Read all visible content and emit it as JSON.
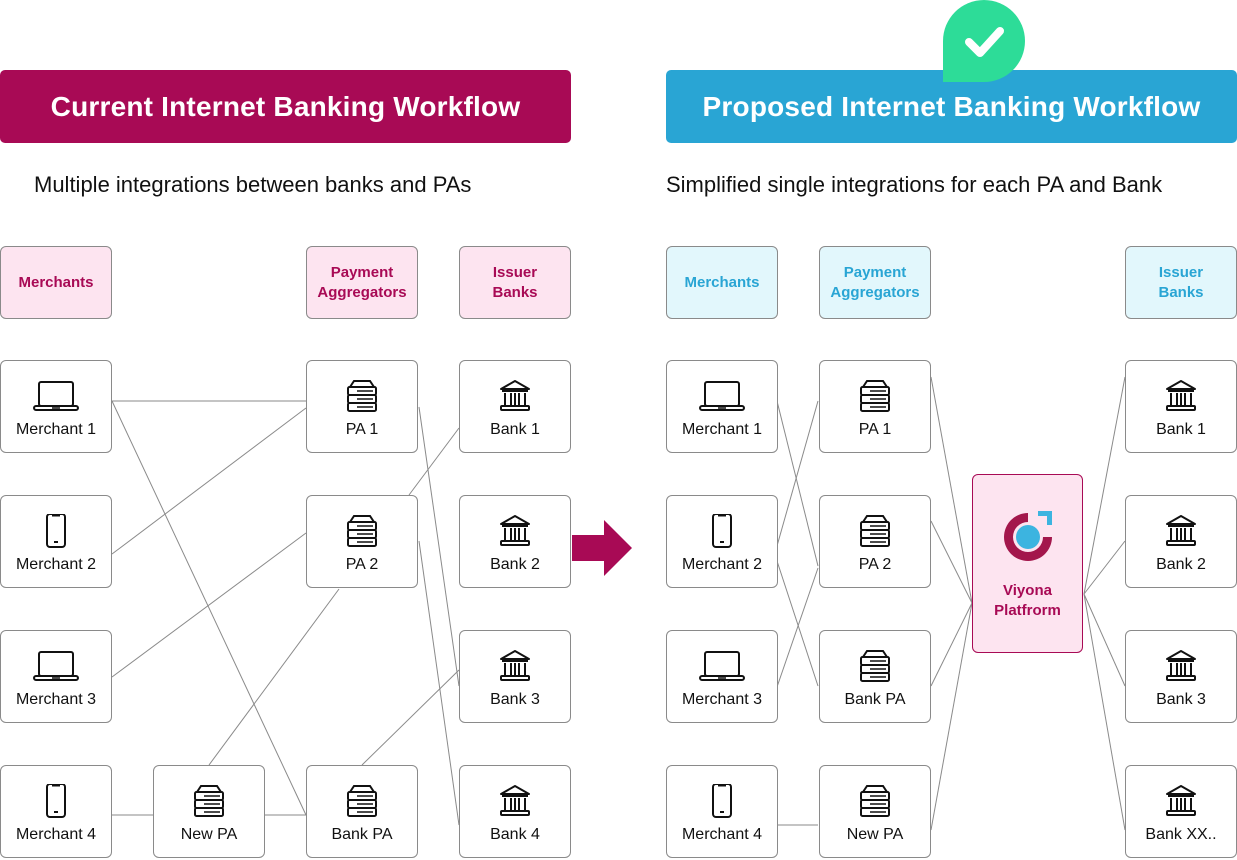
{
  "current": {
    "title": "Current Internet Banking Workflow",
    "subtitle": "Multiple integrations between banks and PAs",
    "headers": {
      "merchants": "Merchants",
      "aggregators": "Payment\nAggregators",
      "banks": "Issuer\nBanks"
    },
    "merchants": [
      {
        "label": "Merchant 1",
        "icon": "laptop-icon"
      },
      {
        "label": "Merchant 2",
        "icon": "phone-icon"
      },
      {
        "label": "Merchant 3",
        "icon": "laptop-icon"
      },
      {
        "label": "Merchant 4",
        "icon": "phone-icon"
      }
    ],
    "new_pa": {
      "label": "New PA",
      "icon": "server-icon"
    },
    "aggregators": [
      {
        "label": "PA 1",
        "icon": "server-icon"
      },
      {
        "label": "PA 2",
        "icon": "server-icon"
      },
      {
        "label": "Bank PA",
        "icon": "server-icon"
      }
    ],
    "banks": [
      {
        "label": "Bank 1",
        "icon": "bank-icon"
      },
      {
        "label": "Bank 2",
        "icon": "bank-icon"
      },
      {
        "label": "Bank 3",
        "icon": "bank-icon"
      },
      {
        "label": "Bank 4",
        "icon": "bank-icon"
      }
    ],
    "connections": [
      [
        "Merchant 1",
        "PA 1"
      ],
      [
        "Merchant 1",
        "Bank PA"
      ],
      [
        "Merchant 2",
        "PA 1"
      ],
      [
        "Merchant 3",
        "PA 2"
      ],
      [
        "Merchant 4",
        "New PA"
      ],
      [
        "New PA",
        "Bank PA"
      ],
      [
        "New PA",
        "PA 2"
      ],
      [
        "PA 1",
        "Bank 3"
      ],
      [
        "PA 2",
        "Bank 1"
      ],
      [
        "PA 2",
        "Bank 4"
      ],
      [
        "Bank PA",
        "Bank 3"
      ]
    ]
  },
  "proposed": {
    "title": "Proposed Internet Banking Workflow",
    "subtitle": "Simplified single integrations for each PA and Bank",
    "badge_icon": "checkmark-icon",
    "headers": {
      "merchants": "Merchants",
      "aggregators": "Payment\nAggregators",
      "banks": "Issuer\nBanks"
    },
    "merchants": [
      {
        "label": "Merchant 1",
        "icon": "laptop-icon"
      },
      {
        "label": "Merchant 2",
        "icon": "phone-icon"
      },
      {
        "label": "Merchant 3",
        "icon": "laptop-icon"
      },
      {
        "label": "Merchant 4",
        "icon": "phone-icon"
      }
    ],
    "aggregators": [
      {
        "label": "PA 1",
        "icon": "server-icon"
      },
      {
        "label": "PA 2",
        "icon": "server-icon"
      },
      {
        "label": "Bank PA",
        "icon": "server-icon"
      },
      {
        "label": "New PA",
        "icon": "server-icon"
      }
    ],
    "platform": {
      "label": "Viyona\nPlatfrorm",
      "icon": "viyona-logo-icon"
    },
    "banks": [
      {
        "label": "Bank 1",
        "icon": "bank-icon"
      },
      {
        "label": "Bank 2",
        "icon": "bank-icon"
      },
      {
        "label": "Bank 3",
        "icon": "bank-icon"
      },
      {
        "label": "Bank XX..",
        "icon": "bank-icon"
      }
    ],
    "connections": [
      [
        "Merchant 1",
        "PA 2"
      ],
      [
        "Merchant 2",
        "PA 1"
      ],
      [
        "Merchant 2",
        "Bank PA"
      ],
      [
        "Merchant 3",
        "PA 2"
      ],
      [
        "Merchant 4",
        "New PA"
      ],
      [
        "PA 1",
        "Viyona Platfrorm"
      ],
      [
        "PA 2",
        "Viyona Platfrorm"
      ],
      [
        "Bank PA",
        "Viyona Platfrorm"
      ],
      [
        "New PA",
        "Viyona Platfrorm"
      ],
      [
        "Viyona Platfrorm",
        "Bank 1"
      ],
      [
        "Viyona Platfrorm",
        "Bank 2"
      ],
      [
        "Viyona Platfrorm",
        "Bank 3"
      ],
      [
        "Viyona Platfrorm",
        "Bank XX.."
      ]
    ]
  },
  "colors": {
    "current_accent": "#a80a55",
    "proposed_accent": "#29a5d4",
    "badge_green": "#2ddc98",
    "pink_fill": "#fde4f0",
    "blue_fill": "#e2f7fc",
    "logo_maroon": "#a3174c",
    "logo_blue": "#3cb4e0"
  }
}
